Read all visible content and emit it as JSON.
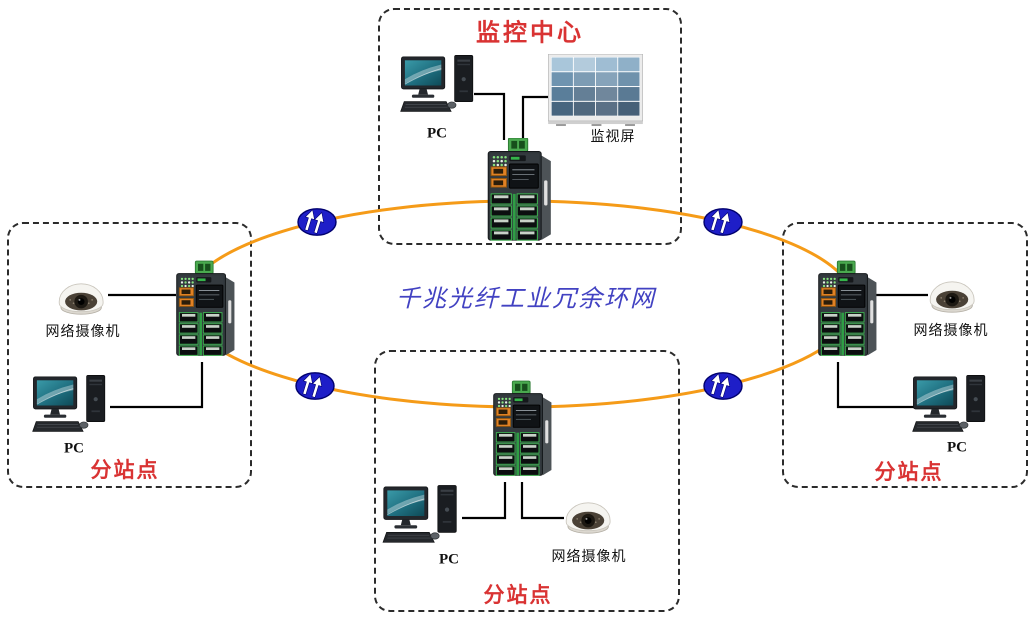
{
  "title": {
    "text": "千兆光纤工业冗余环网",
    "color": "#4242C2"
  },
  "ring": {
    "color": "#F59B18",
    "link_icon": "fiber-link-icon",
    "link_count": 4
  },
  "stations": {
    "center": {
      "label": "监控中心",
      "label_color": "#D93333",
      "pc": "PC",
      "screen": "监视屏",
      "switch_icon": "industrial-switch-icon"
    },
    "left": {
      "label": "分站点",
      "label_color": "#D93333",
      "camera": "网络摄像机",
      "pc": "PC",
      "switch_icon": "industrial-switch-icon"
    },
    "right": {
      "label": "分站点",
      "label_color": "#D93333",
      "camera": "网络摄像机",
      "pc": "PC",
      "switch_icon": "industrial-switch-icon"
    },
    "bottom": {
      "label": "分站点",
      "label_color": "#D93333",
      "pc": "PC",
      "camera": "网络摄像机",
      "switch_icon": "industrial-switch-icon"
    }
  }
}
